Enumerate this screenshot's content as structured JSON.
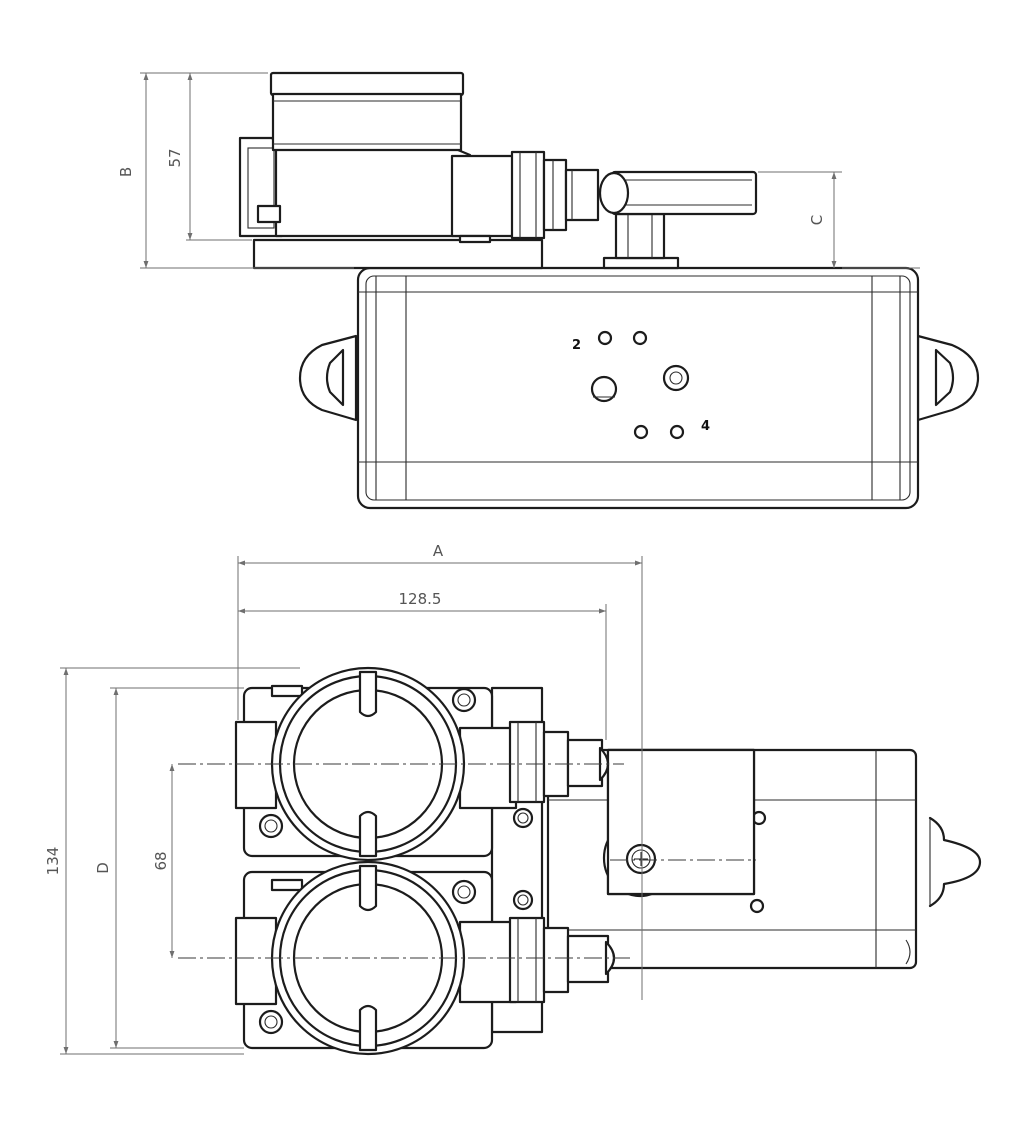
{
  "dimensions": {
    "a": "A",
    "b": "B",
    "c": "C",
    "d": "D",
    "d_128_5": "128.5",
    "d_57": "57",
    "d_134": "134",
    "d_68": "68"
  },
  "ports": {
    "port_2": "2",
    "port_4": "4"
  },
  "colors": {
    "line": "#1c1c1c",
    "dimension": "#6f6f6f",
    "background": "#ffffff"
  }
}
